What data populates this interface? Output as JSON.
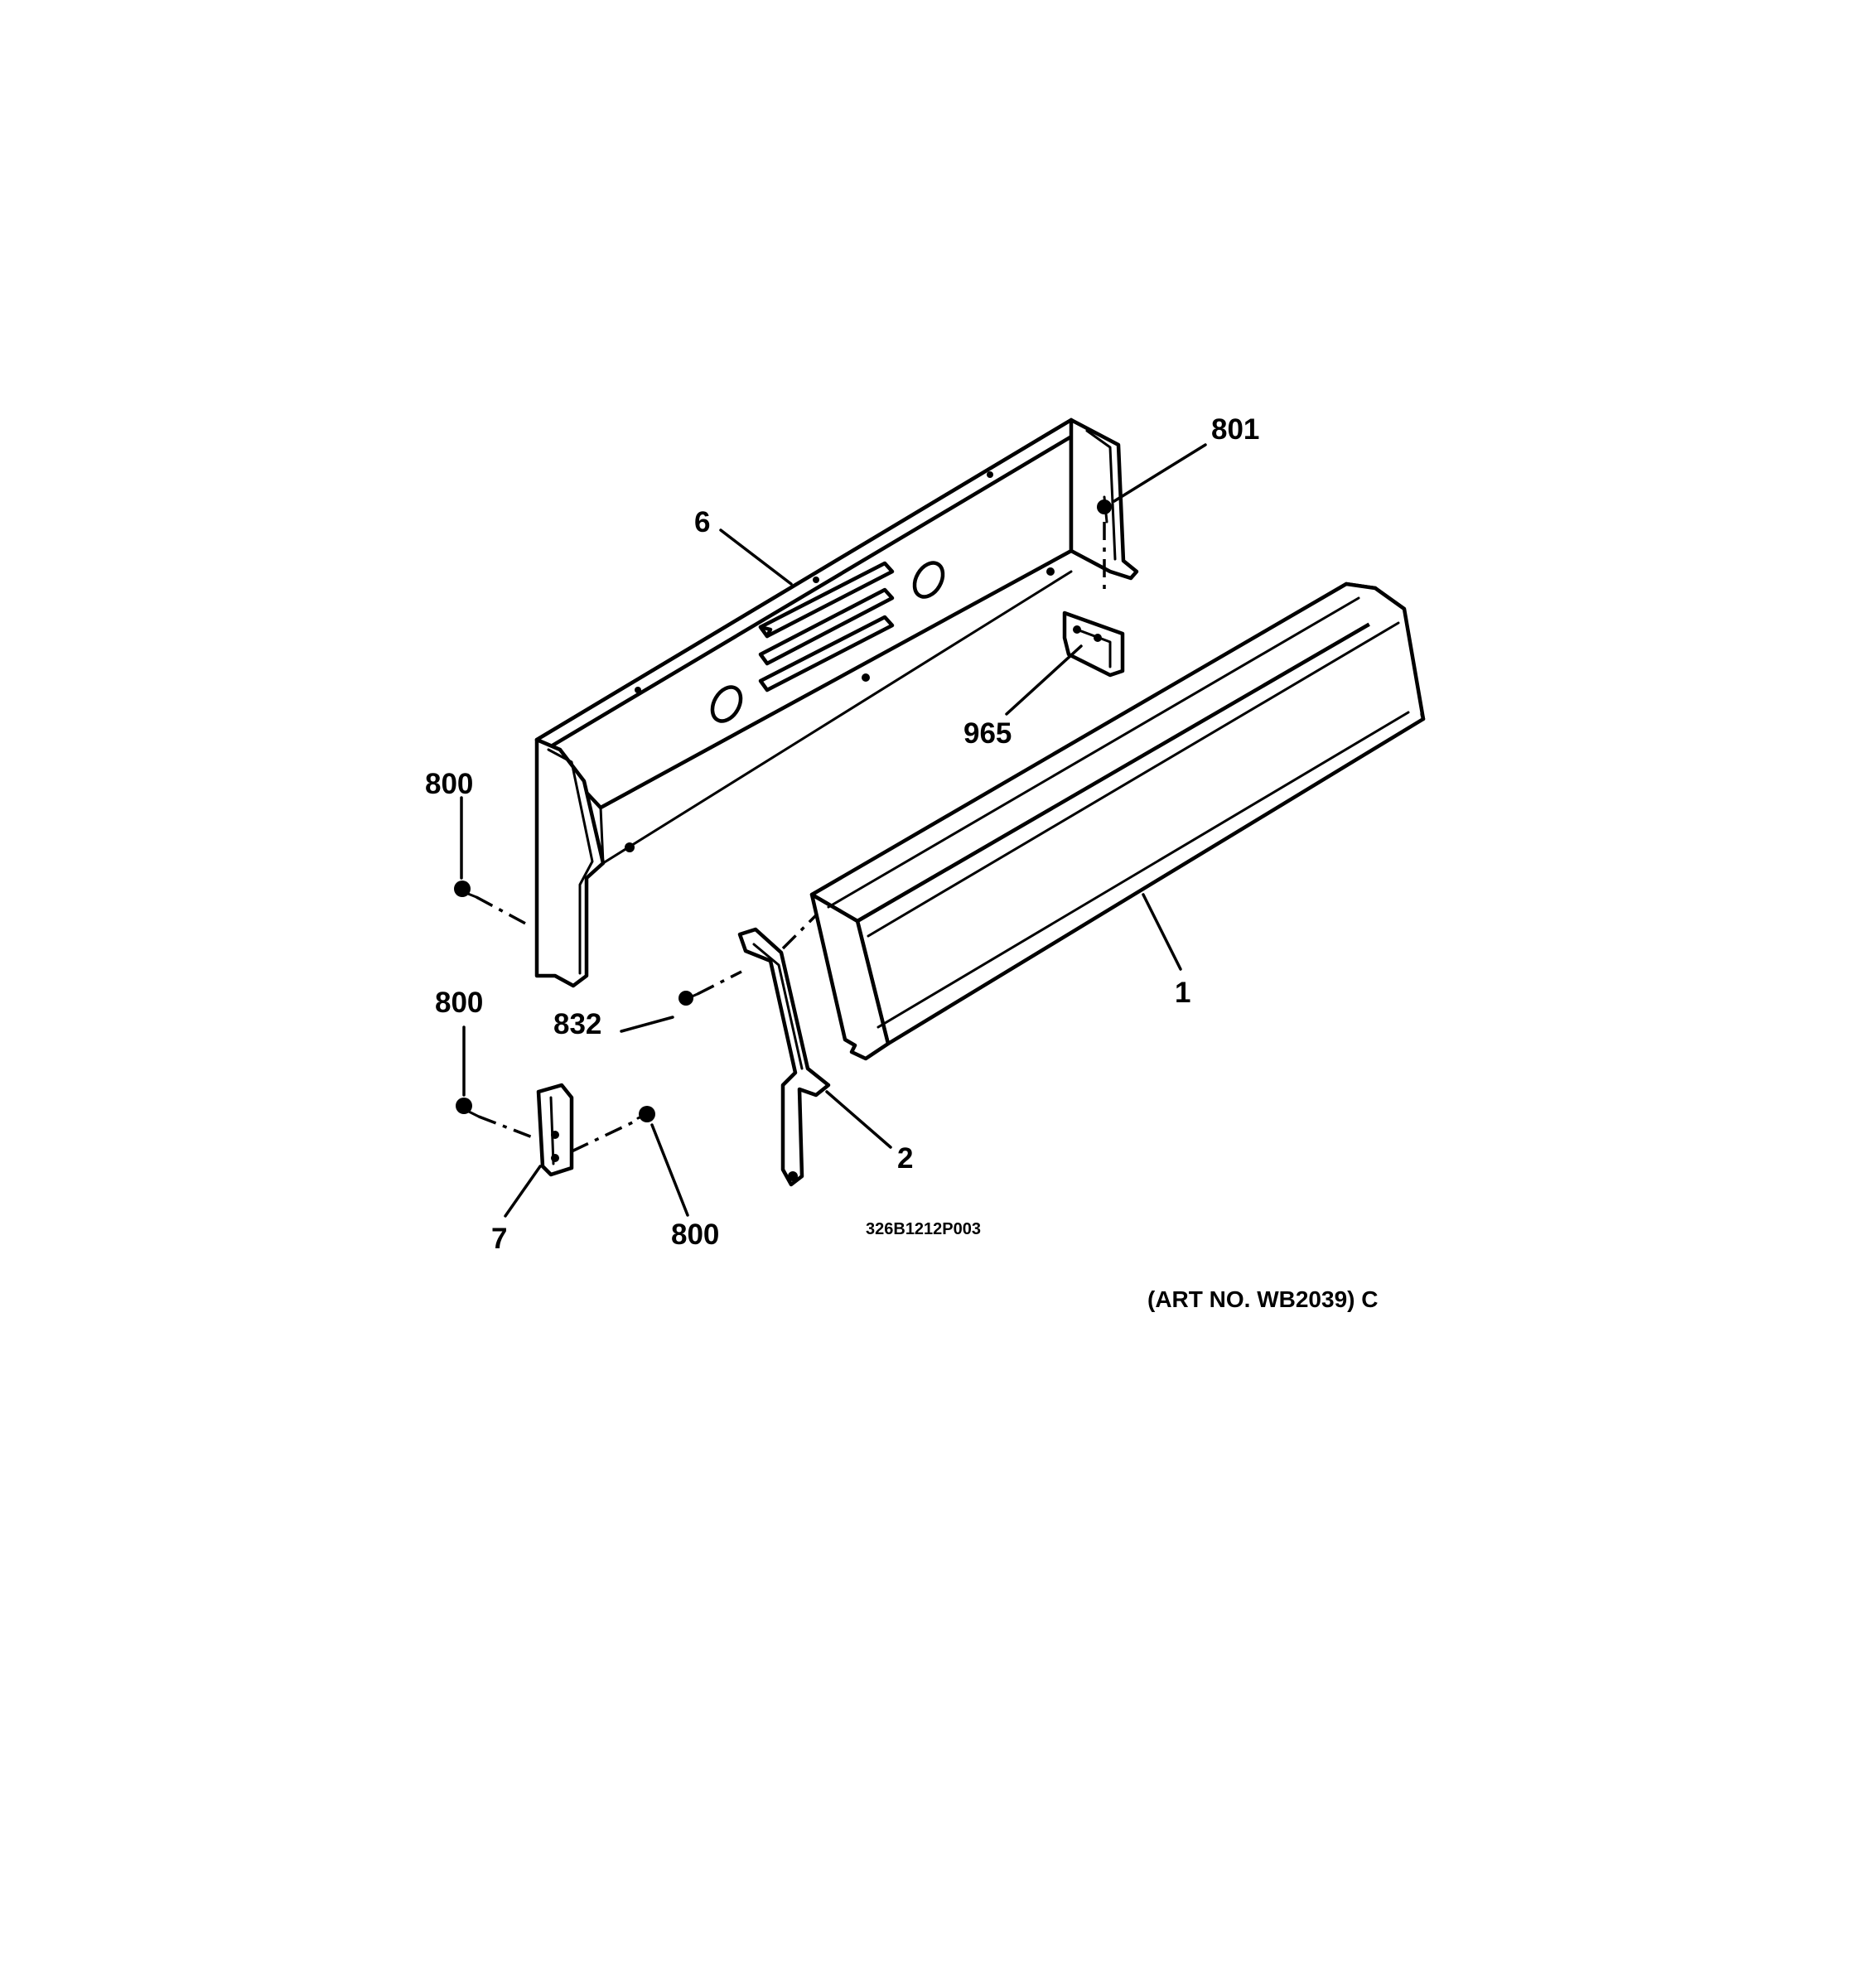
{
  "callouts": {
    "c801": "801",
    "c6": "6",
    "c965": "965",
    "c800_top": "800",
    "c1": "1",
    "c832": "832",
    "c800_mid": "800",
    "c2": "2",
    "c7": "7",
    "c800_bottom": "800"
  },
  "drawing_code": "326B1212P003",
  "art_number": "(ART NO. WB2039) C"
}
